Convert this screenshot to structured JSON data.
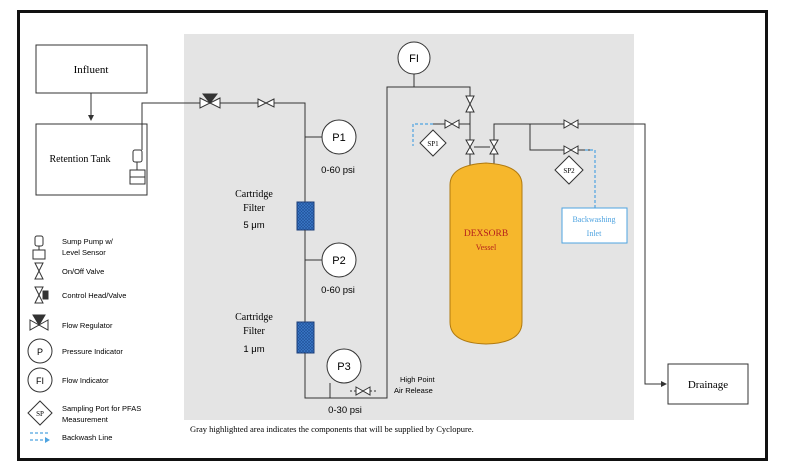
{
  "boxes": {
    "influent": "Influent",
    "retention_tank": "Retention Tank",
    "drainage": "Drainage",
    "backwashing_inlet_line1": "Backwashing",
    "backwashing_inlet_line2": "Inlet"
  },
  "instruments": {
    "fi": "FI",
    "p1": "P1",
    "p1_range": "0-60 psi",
    "p2": "P2",
    "p2_range": "0-60 psi",
    "p3": "P3",
    "p3_range": "0-30 psi",
    "sp1": "SP1",
    "sp2": "SP2"
  },
  "filters": {
    "cartridge1_line1": "Cartridge",
    "cartridge1_line2": "Filter",
    "cartridge1_size": "5 μm",
    "cartridge2_line1": "Cartridge",
    "cartridge2_line2": "Filter",
    "cartridge2_size": "1 μm"
  },
  "vessel": {
    "name": "DEXSORB",
    "sub": "Vessel",
    "fill_color": "#f6b72c",
    "stroke_color": "#b07a10"
  },
  "air_release_line1": "High Point",
  "air_release_line2": "Air Release",
  "legend": {
    "sump_pump_line1": "Sump Pump w/",
    "sump_pump_line2": "Level Sensor",
    "on_off_valve": "On/Off Valve",
    "control_head": "Control Head/Valve",
    "flow_regulator": "Flow Regulator",
    "pressure_indicator": "Pressure Indicator",
    "pressure_symbol": "P",
    "flow_indicator": "Flow  Indicator",
    "flow_symbol": "FI",
    "sampling_port_line1": "Sampling Port for PFAS",
    "sampling_port_line2": "Measurement",
    "sampling_symbol": "SP",
    "backwash_line": "Backwash Line"
  },
  "footnote": "Gray highlighted area indicates the components that will be supplied by Cyclopure.",
  "colors": {
    "gray_area": "#e4e4e4",
    "backwash_blue": "#4ea3e0",
    "filter_blue": "#3b78c8"
  }
}
